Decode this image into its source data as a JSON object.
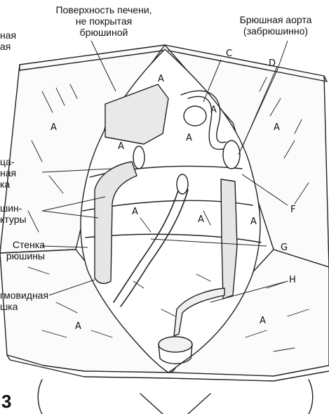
{
  "figure_number": "3",
  "labels": {
    "liver_surface_line1": "Поверхность печени,",
    "liver_surface_line2": "не покрытая",
    "liver_surface_line3": "брюшиной",
    "aorta_line1": "Брюшная аорта",
    "aorta_line2": "(забрюшинно)",
    "left_top_line1": "ная",
    "left_top_line2": "ая",
    "left_mid_line1": "ца-",
    "left_mid_line2": "ная",
    "left_mid_line3": "ка",
    "left_struct_line1": "шин-",
    "left_struct_line2": "ктуры",
    "wall_line1": "Стенка",
    "wall_line2": "рюшины",
    "sigmoid_line1": "гмовидная",
    "sigmoid_line2": "шка"
  },
  "letters": {
    "c": "C",
    "d": "D",
    "f": "F",
    "g": "G",
    "h": "H",
    "a": "A"
  }
}
